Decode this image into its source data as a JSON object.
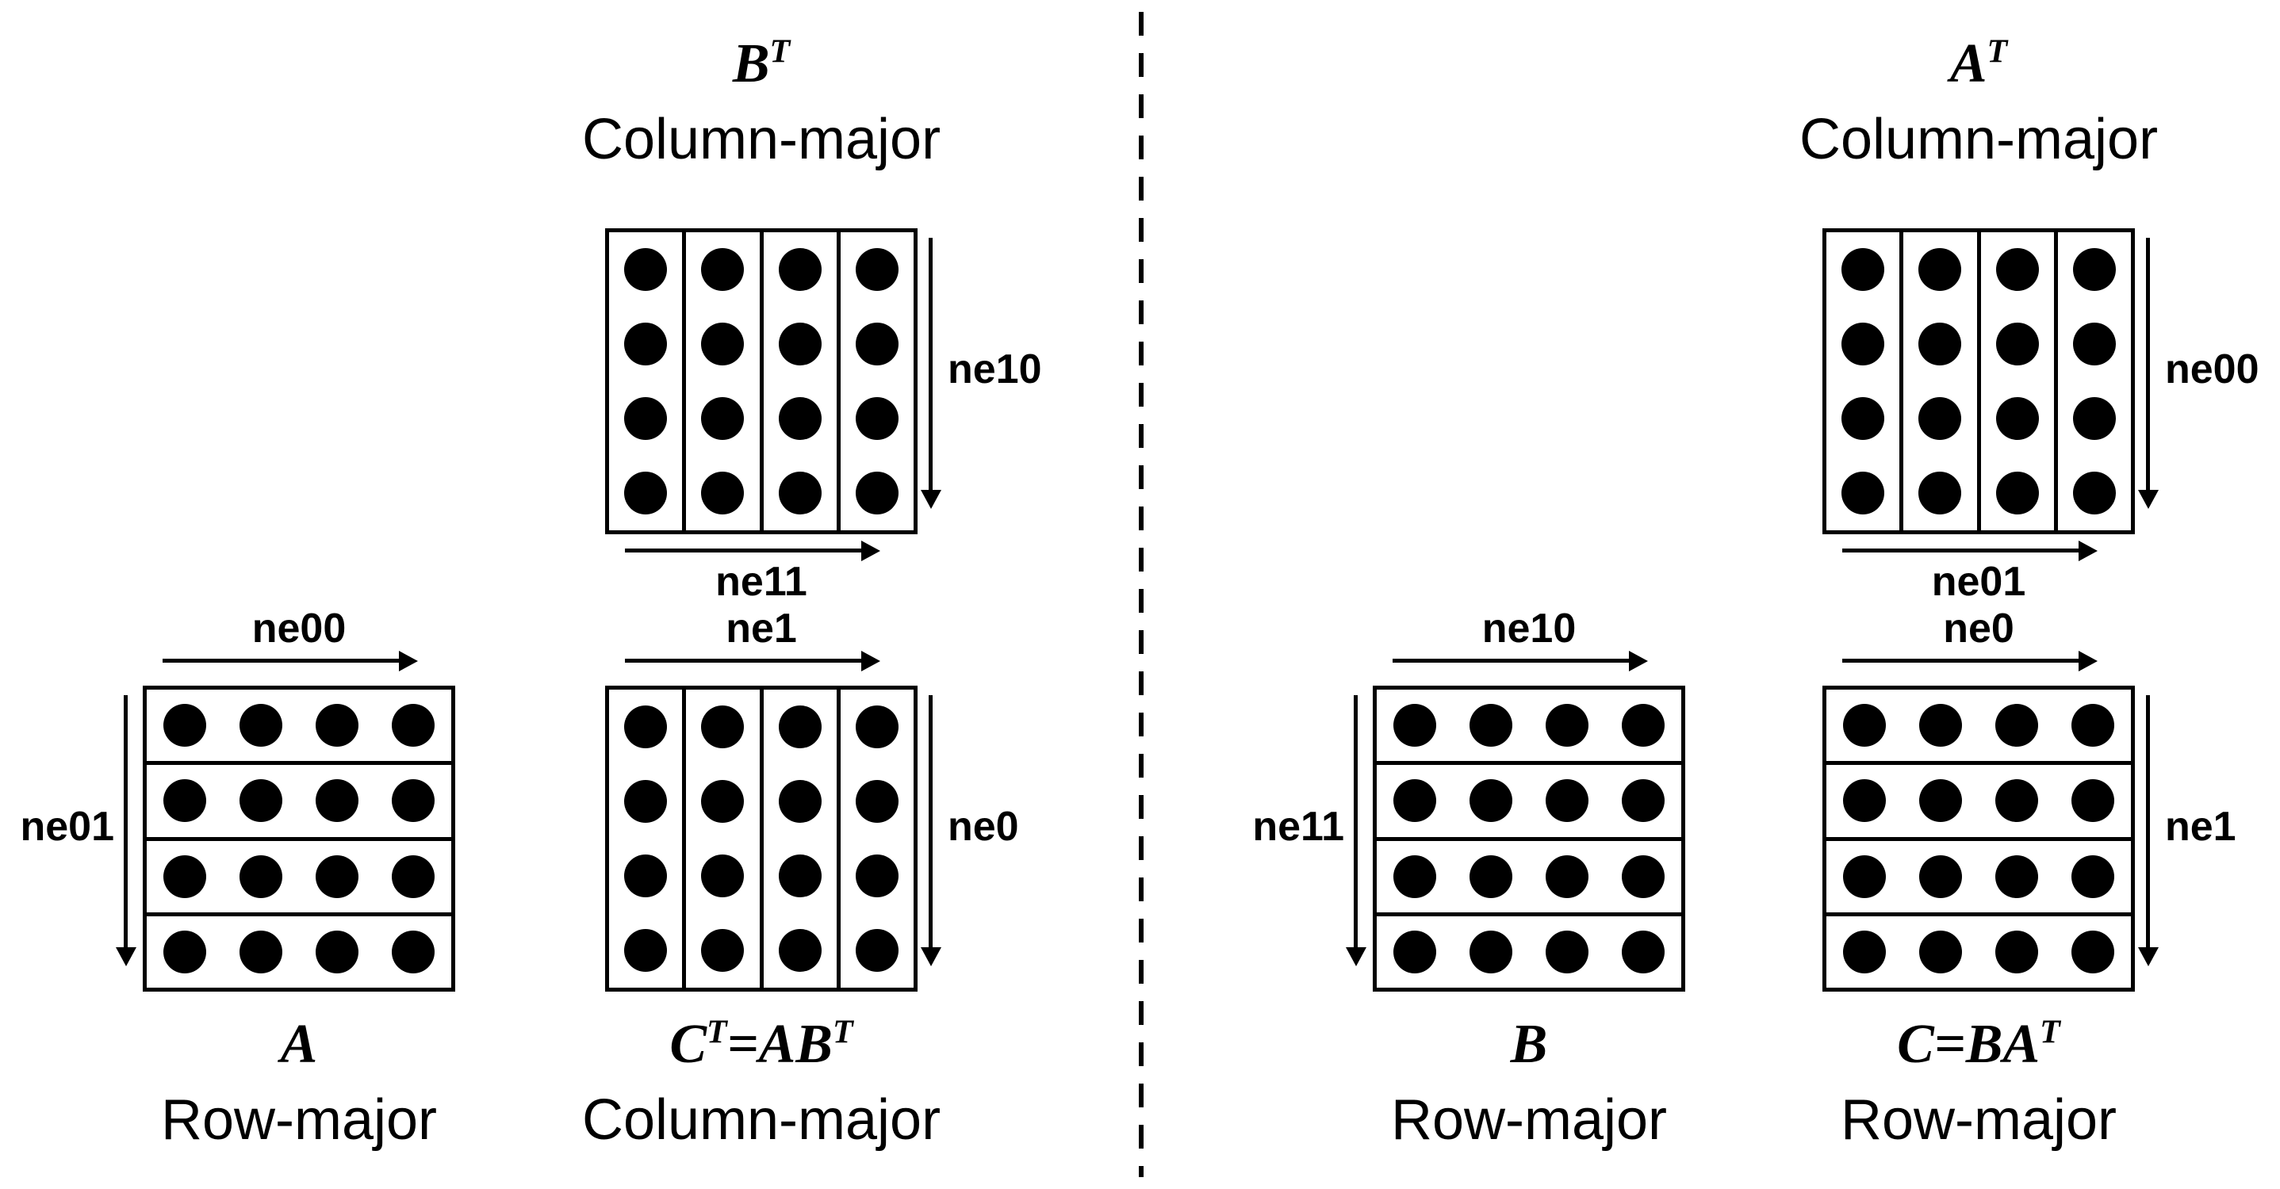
{
  "figure": {
    "description": "Matrix multiplication memory-layout diagram with two panels separated by a dashed divider"
  },
  "matrices": {
    "bt": {
      "title_parts": {
        "p1": "B",
        "s1": "T"
      },
      "layout_label": "Column-major",
      "arrows": {
        "right_label": "ne10",
        "bottom_label": "ne11"
      },
      "grid": {
        "strips": 4,
        "dots_per_strip": 4
      }
    },
    "a": {
      "title_parts": {
        "p1": "A"
      },
      "layout_label": "Row-major",
      "arrows": {
        "top_label": "ne00",
        "left_label": "ne01"
      },
      "grid": {
        "strips": 4,
        "dots_per_strip": 4
      }
    },
    "ct": {
      "title_parts": {
        "p1": "C",
        "s1": "T",
        "p2": "=AB",
        "s2": "T"
      },
      "layout_label": "Column-major",
      "arrows": {
        "top_label": "ne1",
        "right_label": "ne0"
      },
      "grid": {
        "strips": 4,
        "dots_per_strip": 4
      }
    },
    "at": {
      "title_parts": {
        "p1": "A",
        "s1": "T"
      },
      "layout_label": "Column-major",
      "arrows": {
        "right_label": "ne00",
        "bottom_label": "ne01"
      },
      "grid": {
        "strips": 4,
        "dots_per_strip": 4
      }
    },
    "b": {
      "title_parts": {
        "p1": "B"
      },
      "layout_label": "Row-major",
      "arrows": {
        "top_label": "ne10",
        "left_label": "ne11"
      },
      "grid": {
        "strips": 4,
        "dots_per_strip": 4
      }
    },
    "c": {
      "title_parts": {
        "p1": "C=BA",
        "s1": "T"
      },
      "layout_label": "Row-major",
      "arrows": {
        "top_label": "ne0",
        "right_label": "ne1"
      },
      "grid": {
        "strips": 4,
        "dots_per_strip": 4
      }
    }
  }
}
